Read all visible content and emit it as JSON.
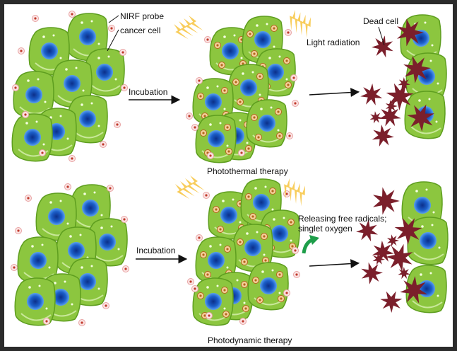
{
  "labels": {
    "nirf_probe": "NIRF probe",
    "cancer_cell": "cancer cell",
    "incubation_top": "Incubation",
    "light_radiation": "Light radiation",
    "dead_cell": "Dead cell",
    "photothermal": "Photothermal therapy",
    "incubation_bottom": "Incubation",
    "free_radicals_1": "Releasing free radicals;",
    "free_radicals_2": "singlet oxygen",
    "photodynamic": "Photodynamic therapy"
  },
  "colors": {
    "cell_fill": "#8cc63f",
    "cell_stroke": "#5e9e1f",
    "nucleus_outer": "#1c5fc9",
    "nucleus_inner": "#0b2f8a",
    "probe_ring": "#e8a3a3",
    "probe_dot": "#c0392b",
    "bound_probe": "#b5651d",
    "light_bolt": "#f7c84a",
    "dead_cell": "#7b1f2b",
    "radical_arrow": "#1e9e4a",
    "arrow": "#111111"
  }
}
